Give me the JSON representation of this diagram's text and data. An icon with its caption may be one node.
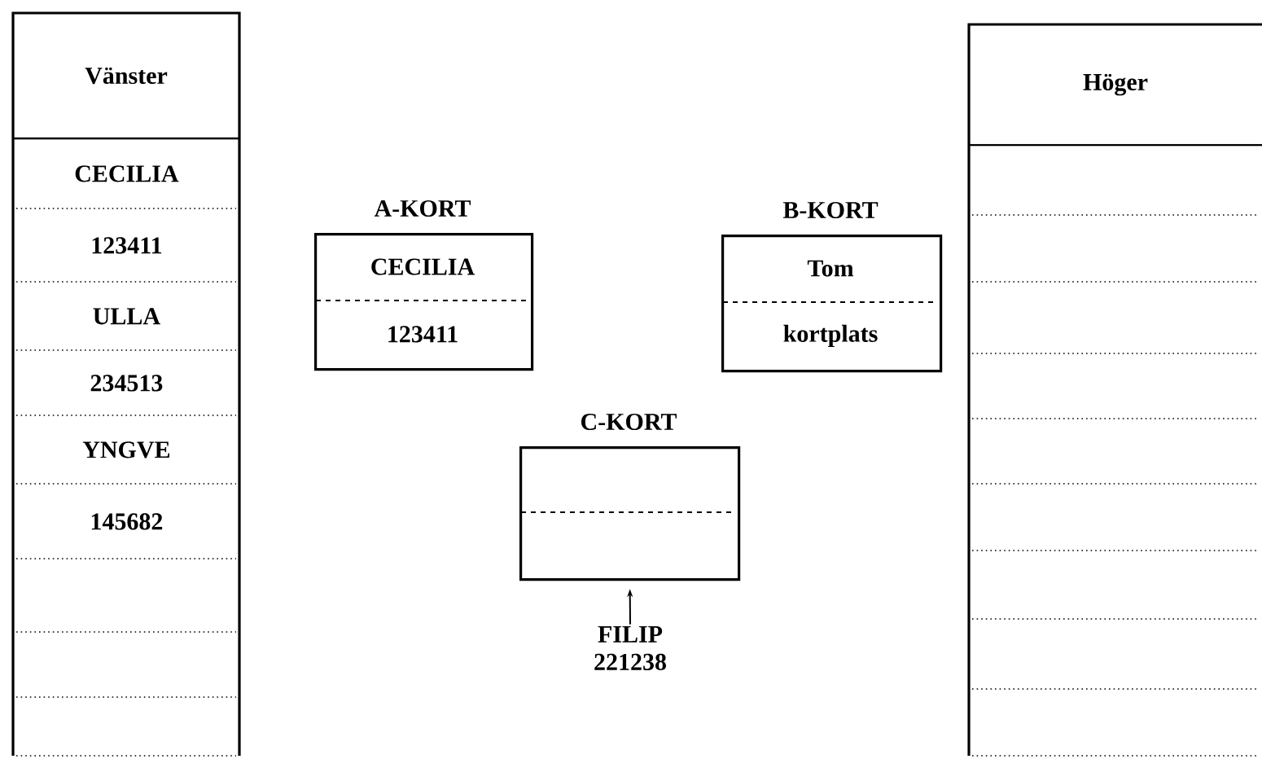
{
  "diagram": {
    "nodes": [
      {
        "text": [
          "Vänster"
        ]
      },
      {
        "text": [
          "CECILIA"
        ],
        "in": 0
      },
      {
        "text": [
          "123411"
        ],
        "in": 0
      },
      {
        "text": [
          "ULLA"
        ],
        "in": 0
      },
      {
        "text": [
          "234513"
        ],
        "in": 0
      },
      {
        "text": [
          "YNGVE"
        ],
        "in": 0
      },
      {
        "text": [
          "145682"
        ],
        "in": 0
      },
      {
        "text": [],
        "shape": "box",
        "in": 0
      },
      {
        "text": [],
        "shape": "box",
        "in": 0
      },
      {
        "text": [],
        "shape": "box",
        "in": 0
      },
      {
        "text": [
          "A-KORT",
          "CECILIA",
          "123411"
        ]
      },
      {
        "text": [
          "B-KORT",
          "Tom",
          "kortplats"
        ]
      },
      {
        "text": [
          "C-KORT"
        ]
      },
      {
        "text": [
          "FILIP",
          "221238"
        ]
      },
      {
        "text": [
          "Höger"
        ]
      },
      {
        "text": [],
        "shape": "box",
        "in": 14
      },
      {
        "text": [],
        "shape": "box",
        "in": 14
      },
      {
        "text": [],
        "shape": "box",
        "in": 14
      },
      {
        "text": [],
        "shape": "box",
        "in": 14
      },
      {
        "text": [],
        "shape": "box",
        "in": 14
      },
      {
        "text": [],
        "shape": "box",
        "in": 14
      },
      {
        "text": [],
        "shape": "box",
        "in": 14
      },
      {
        "text": [],
        "shape": "box",
        "in": 14
      },
      {
        "text": [],
        "shape": "box",
        "in": 14
      }
    ],
    "edges": [
      {
        "from": 13,
        "to": 12,
        "arrow": "to"
      }
    ]
  }
}
